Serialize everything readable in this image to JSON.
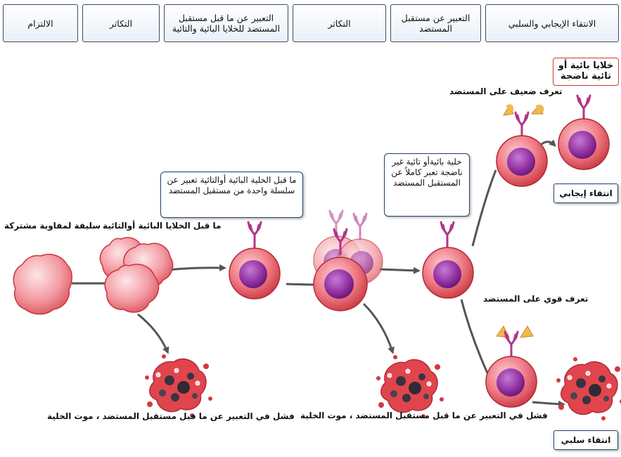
{
  "headers": [
    "الانتقاء الإيجابي والسلبي",
    "التعبير عن مستقبل المستضد",
    "التكاثر",
    "التعبير عن ما قبل مستقبل المستضد للخلايا البائية والتائية",
    "التكاثر",
    "الالتزام"
  ],
  "labels": {
    "progenitor": "سليفة لمفاوية مشتركة",
    "pre_cells": "ما قبل الخلايا البائية أوالتائية",
    "weak": "تعرف ضعيف على المستضد",
    "strong": "تعرف قوي على المستضد",
    "fail_left": "فشل في التعبير عن ما قبل مستقبل المستضد ، موت الخلية",
    "fail_mid": "فشل في التعبير عن ما قبل مستقبل المستضد ، موت الخلية"
  },
  "notes": {
    "pre_receptor": "ما قبل الخلية البائية أوالتائية تعبير عن سلسلة واحدة من مستقبل المستضد",
    "immature": "خلية بائيةأو تائية غير ناضجة تعبر كاملاً عن المستقبل المستضد"
  },
  "mature_box": "خلايا بائية أو تائية ناضجة",
  "selection": {
    "positive": "انتقاء إيجابي",
    "negative": "انتقاء سلبي"
  },
  "colors": {
    "cell_fill": "#e85a6a",
    "nucleus": "#8a2a9a",
    "receptor": "#b0368a",
    "antigen": "#f2b84b",
    "arrow": "#555555"
  }
}
